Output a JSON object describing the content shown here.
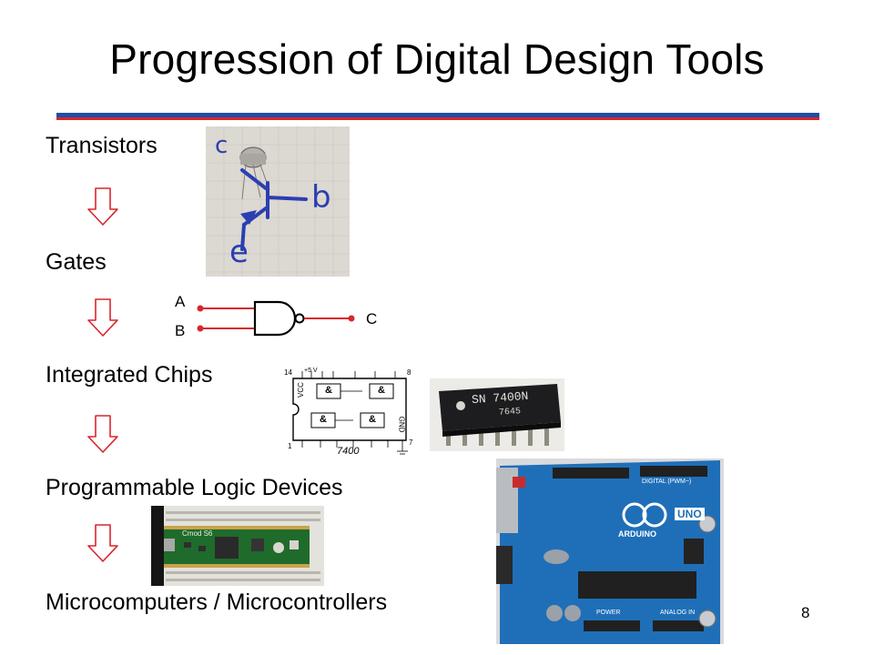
{
  "slide": {
    "title": "Progression of Digital Design Tools",
    "page_number": "8",
    "accent_colors": {
      "rule_blue": "#1d4fa6",
      "rule_red": "#d8262c",
      "arrow": "#d8262c"
    },
    "steps": [
      "Transistors",
      "Gates",
      "Integrated Chips",
      "Programmable Logic Devices",
      "Microcomputers / Microcontrollers"
    ],
    "gate_diagram": {
      "input_a": "A",
      "input_b": "B",
      "output": "C"
    },
    "chip_diagram": {
      "label": "7400",
      "vcc": "VCC",
      "gnd": "GND",
      "supply": "+5 V",
      "pin_14": "14",
      "pin_8": "8",
      "pin_1": "1",
      "pin_7": "7",
      "gate_symbol": "&"
    },
    "chip_photo": {
      "marking": "SN 7400N",
      "code": "7645"
    },
    "transistor_sketch": {
      "c": "c",
      "b": "b",
      "e": "e"
    },
    "fpga_board": {
      "label": "Cmod S6"
    },
    "arduino": {
      "brand": "ARDUINO",
      "model": "UNO",
      "digital": "DIGITAL (PWM~)",
      "power": "POWER",
      "analog": "ANALOG IN"
    }
  }
}
